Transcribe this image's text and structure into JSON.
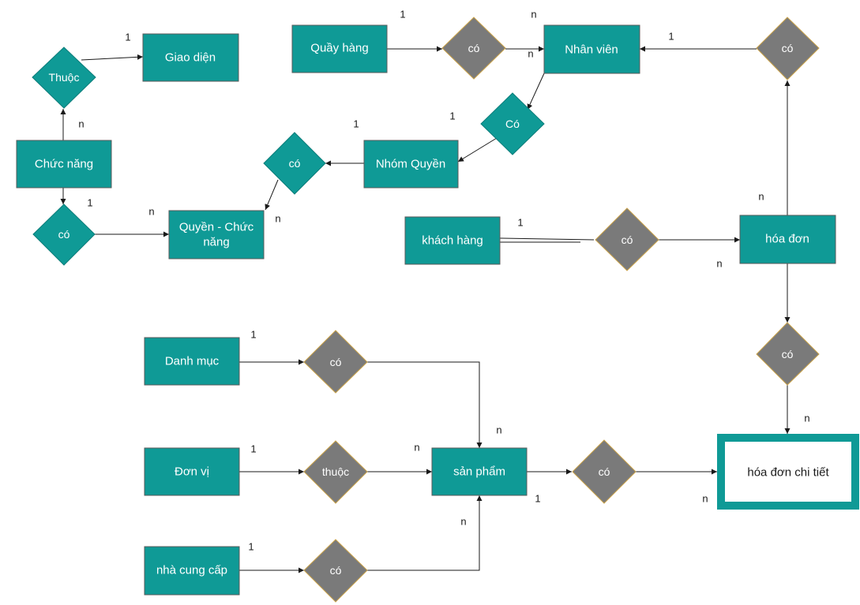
{
  "entities": {
    "giao_dien": "Giao diện",
    "chuc_nang": "Chức năng",
    "quyen_chuc_nang_line1": "Quyền - Chức",
    "quyen_chuc_nang_line2": "năng",
    "nhom_quyen": "Nhóm Quyền",
    "quay_hang": "Quầy hàng",
    "nhan_vien": "Nhân viên",
    "khach_hang": "khách hàng",
    "hoa_don": "hóa đơn",
    "hoa_don_chi_tiet": "hóa đơn chi tiết",
    "danh_muc": "Danh mục",
    "don_vi": "Đơn vị",
    "nha_cung_cap": "nhà cung cấp",
    "san_pham": "sản phẩm"
  },
  "relationships": {
    "thuoc_giao_dien": "Thuộc",
    "co_chuc_nang": "có",
    "co_nhom_quyen": "có",
    "co_nhan_vien_nhom": "Có",
    "co_quay_nhan_vien": "có",
    "co_hoa_don_nhan_vien": "có",
    "co_khach_hoa_don": "có",
    "co_hoa_don_chi_tiet": "có",
    "co_danh_muc": "có",
    "thuoc_don_vi": "thuộc",
    "co_nha_cung_cap": "có",
    "co_san_pham_chi_tiet": "có"
  },
  "cardinalities": {
    "giao_dien_1": "1",
    "chuc_nang_n": "n",
    "chuc_nang_1": "1",
    "quyen_cn_n_left": "n",
    "quyen_cn_n_right": "n",
    "nhom_quyen_1": "1",
    "nhan_vien_1_group": "1",
    "quay_hang_1": "1",
    "nhan_vien_n_top": "n",
    "nhan_vien_n_inner": "n",
    "nhan_vien_1_right": "1",
    "hoa_don_n_up": "n",
    "khach_hang_1": "1",
    "hoa_don_n_left": "n",
    "chi_tiet_n_top": "n",
    "chi_tiet_n_left": "n",
    "danh_muc_1": "1",
    "san_pham_n_top": "n",
    "don_vi_1": "1",
    "san_pham_n_left": "n",
    "san_pham_1_right": "1",
    "nha_cung_cap_1": "1",
    "san_pham_n_bottom": "n"
  }
}
